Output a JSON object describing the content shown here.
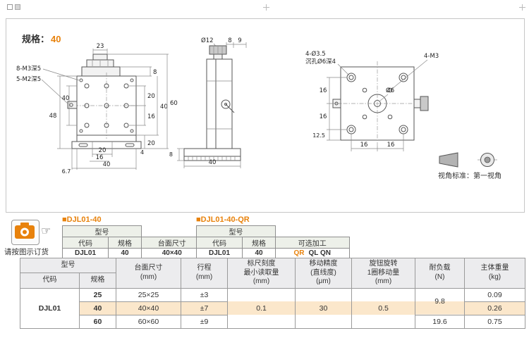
{
  "page": {
    "spec_label": "规格：",
    "spec_value": "40"
  },
  "drawing": {
    "front": {
      "dim_23": "23",
      "label_m3": "8-M3深5",
      "label_m2": "5-M2深5",
      "dim_48": "48",
      "dim_40_left": "40",
      "dim_20_bottom": "20",
      "dim_16_bottom": "16",
      "dim_40_bottom": "40",
      "dim_6_7": "6.7",
      "dim_8_top": "8",
      "dim_20_inner": "20",
      "dim_16_inner": "16",
      "dim_40_right": "40",
      "dim_60_right": "60",
      "dim_20_right": "20",
      "dim_4_right": "4"
    },
    "side": {
      "dim_d12": "Ø12",
      "dim_8_top": "8",
      "dim_9_top": "9",
      "dim_40_bottom": "40",
      "dim_8_left": "8"
    },
    "top": {
      "label_cb1": "4-Ø3.5",
      "label_cb2": "沉孔Ø6深4",
      "label_m3": "4-M3",
      "label_d6": "Ø6",
      "dim_16_left_upper": "16",
      "dim_16_left_lower": "16",
      "dim_12_5": "12.5",
      "dim_16_bottom_left": "16",
      "dim_16_bottom_right": "16"
    },
    "view_note": "视角标准：第一视角"
  },
  "order": {
    "note": "请按图示订货",
    "hand_icon": "☞",
    "tables": [
      {
        "title": "■DJL01-40",
        "model": "型号",
        "code_h": "代码",
        "spec_h": "规格",
        "value_h": "台面尺寸",
        "code": "DJL01",
        "spec": "40",
        "value": "40×40"
      },
      {
        "title": "■DJL01-40-QR",
        "model": "型号",
        "code_h": "代码",
        "spec_h": "规格",
        "value_h": "可选加工",
        "code": "DJL01",
        "spec": "40",
        "value_primary": "QR",
        "value_rest": "QL QN"
      }
    ]
  },
  "spec_table": {
    "h_model": "型号",
    "h_code": "代码",
    "h_spec": "规格",
    "h_surface": "台面尺寸\n(mm)",
    "h_travel": "行程\n(mm)",
    "h_scale": "标尺刻度\n最小读取量\n(mm)",
    "h_accuracy": "移动精度\n(直线度)\n(μm)",
    "h_knob": "旋钮旋转\n1圈移动量\n(mm)",
    "h_load": "耐负载\n(N)",
    "h_weight": "主体重量\n(kg)",
    "code": "DJL01",
    "rows": [
      {
        "spec": "25",
        "surface": "25×25",
        "travel": "±3",
        "weight": "0.09"
      },
      {
        "spec": "40",
        "surface": "40×40",
        "travel": "±7",
        "weight": "0.26"
      },
      {
        "spec": "60",
        "surface": "60×60",
        "travel": "±9",
        "weight": "0.75"
      }
    ],
    "scale": "0.1",
    "accuracy": "30",
    "knob": "0.5",
    "load_25_40": "9.8",
    "load_60": "19.6"
  },
  "colors": {
    "accent": "#e8820c",
    "highlight": "#fbe7cb"
  }
}
